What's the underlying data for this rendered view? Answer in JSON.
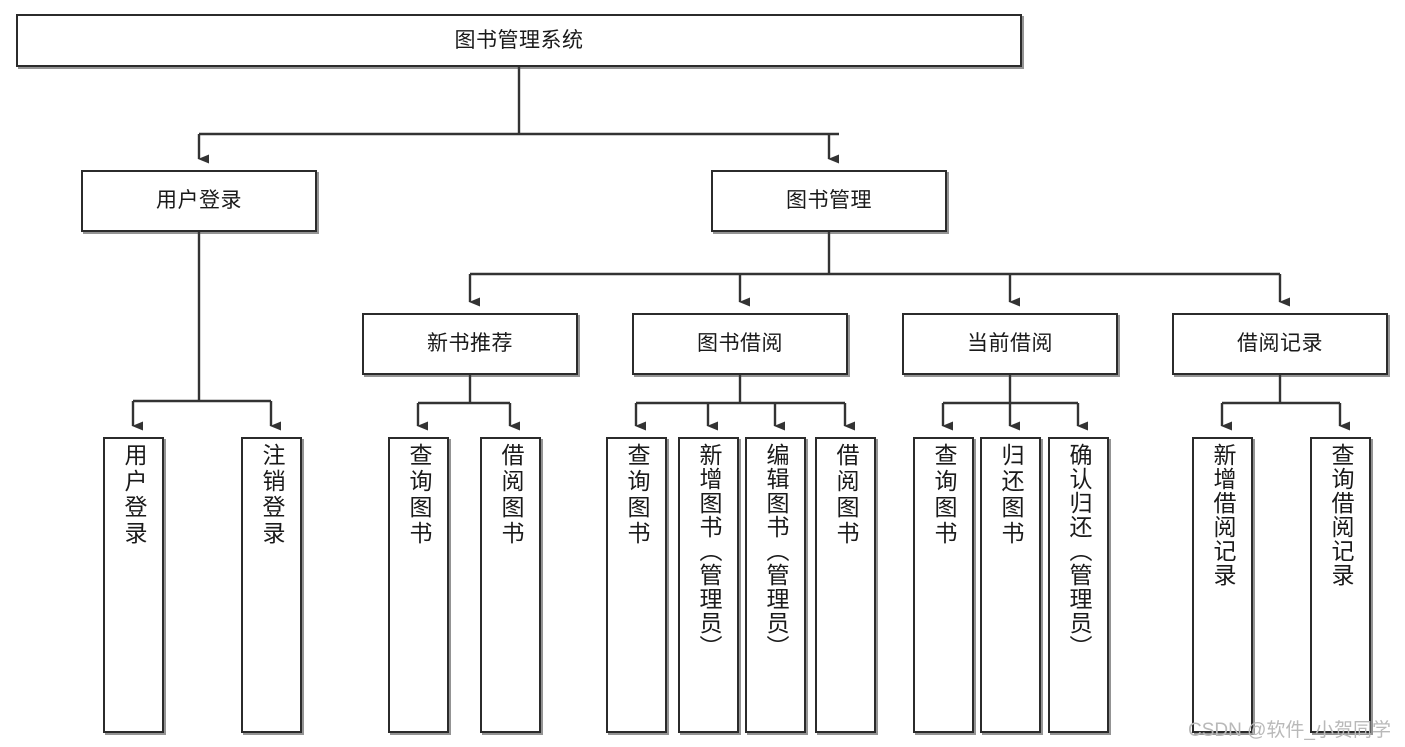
{
  "diagram": {
    "title": "图书管理系统",
    "type": "tree-hierarchy-diagram",
    "watermark": "CSDN @软件_小贺同学",
    "colors": {
      "box_border": "#2b2b2b",
      "box_fill": "#ffffff",
      "connector": "#333333",
      "text": "#1a1a1a",
      "watermark": "#b9b9b9"
    },
    "root": {
      "id": "root",
      "label": "图书管理系统",
      "orientation": "horizontal"
    },
    "level2": [
      {
        "id": "user-login",
        "label": "用户登录",
        "orientation": "horizontal"
      },
      {
        "id": "book-management",
        "label": "图书管理",
        "orientation": "horizontal"
      }
    ],
    "level3": [
      {
        "id": "new-book-recommend",
        "label": "新书推荐",
        "orientation": "horizontal",
        "parent": "book-management"
      },
      {
        "id": "book-borrow",
        "label": "图书借阅",
        "orientation": "horizontal",
        "parent": "book-management"
      },
      {
        "id": "current-borrow",
        "label": "当前借阅",
        "orientation": "horizontal",
        "parent": "book-management"
      },
      {
        "id": "borrow-record",
        "label": "借阅记录",
        "orientation": "horizontal",
        "parent": "book-management"
      }
    ],
    "leaves": [
      {
        "id": "leaf-user-login",
        "label": "用户登录",
        "parent": "user-login"
      },
      {
        "id": "leaf-logout",
        "label": "注销登录",
        "parent": "user-login"
      },
      {
        "id": "leaf-query-book-1",
        "label": "查询图书",
        "parent": "new-book-recommend"
      },
      {
        "id": "leaf-borrow-book-1",
        "label": "借阅图书",
        "parent": "new-book-recommend"
      },
      {
        "id": "leaf-query-book-2",
        "label": "查询图书",
        "parent": "book-borrow"
      },
      {
        "id": "leaf-add-book",
        "label": "新增图书（管理员）",
        "parent": "book-borrow"
      },
      {
        "id": "leaf-edit-book",
        "label": "编辑图书（管理员）",
        "parent": "book-borrow"
      },
      {
        "id": "leaf-borrow-book-2",
        "label": "借阅图书",
        "parent": "book-borrow"
      },
      {
        "id": "leaf-query-book-3",
        "label": "查询图书",
        "parent": "current-borrow"
      },
      {
        "id": "leaf-return-book",
        "label": "归还图书",
        "parent": "current-borrow"
      },
      {
        "id": "leaf-confirm-return",
        "label": "确认归还（管理员）",
        "parent": "current-borrow"
      },
      {
        "id": "leaf-add-record",
        "label": "新增借阅记录",
        "parent": "borrow-record"
      },
      {
        "id": "leaf-query-record",
        "label": "查询借阅记录",
        "parent": "borrow-record"
      }
    ]
  }
}
